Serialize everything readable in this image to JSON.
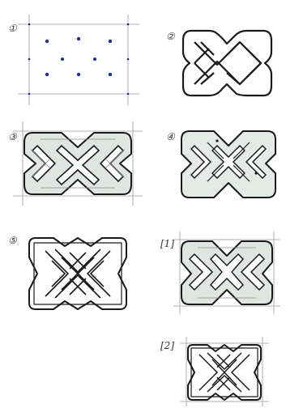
{
  "steps": [
    {
      "label": "①"
    },
    {
      "label": "②"
    },
    {
      "label": "③"
    },
    {
      "label": "④"
    },
    {
      "label": "⑤"
    },
    {
      "label": "[1]"
    },
    {
      "label": "[2]"
    }
  ],
  "colors": {
    "ink": "#1a1a1a",
    "pencil": "#8a8a8a",
    "dot": "#1f2f8f",
    "shade": "#cfd9d4",
    "paper": "#ffffff"
  }
}
